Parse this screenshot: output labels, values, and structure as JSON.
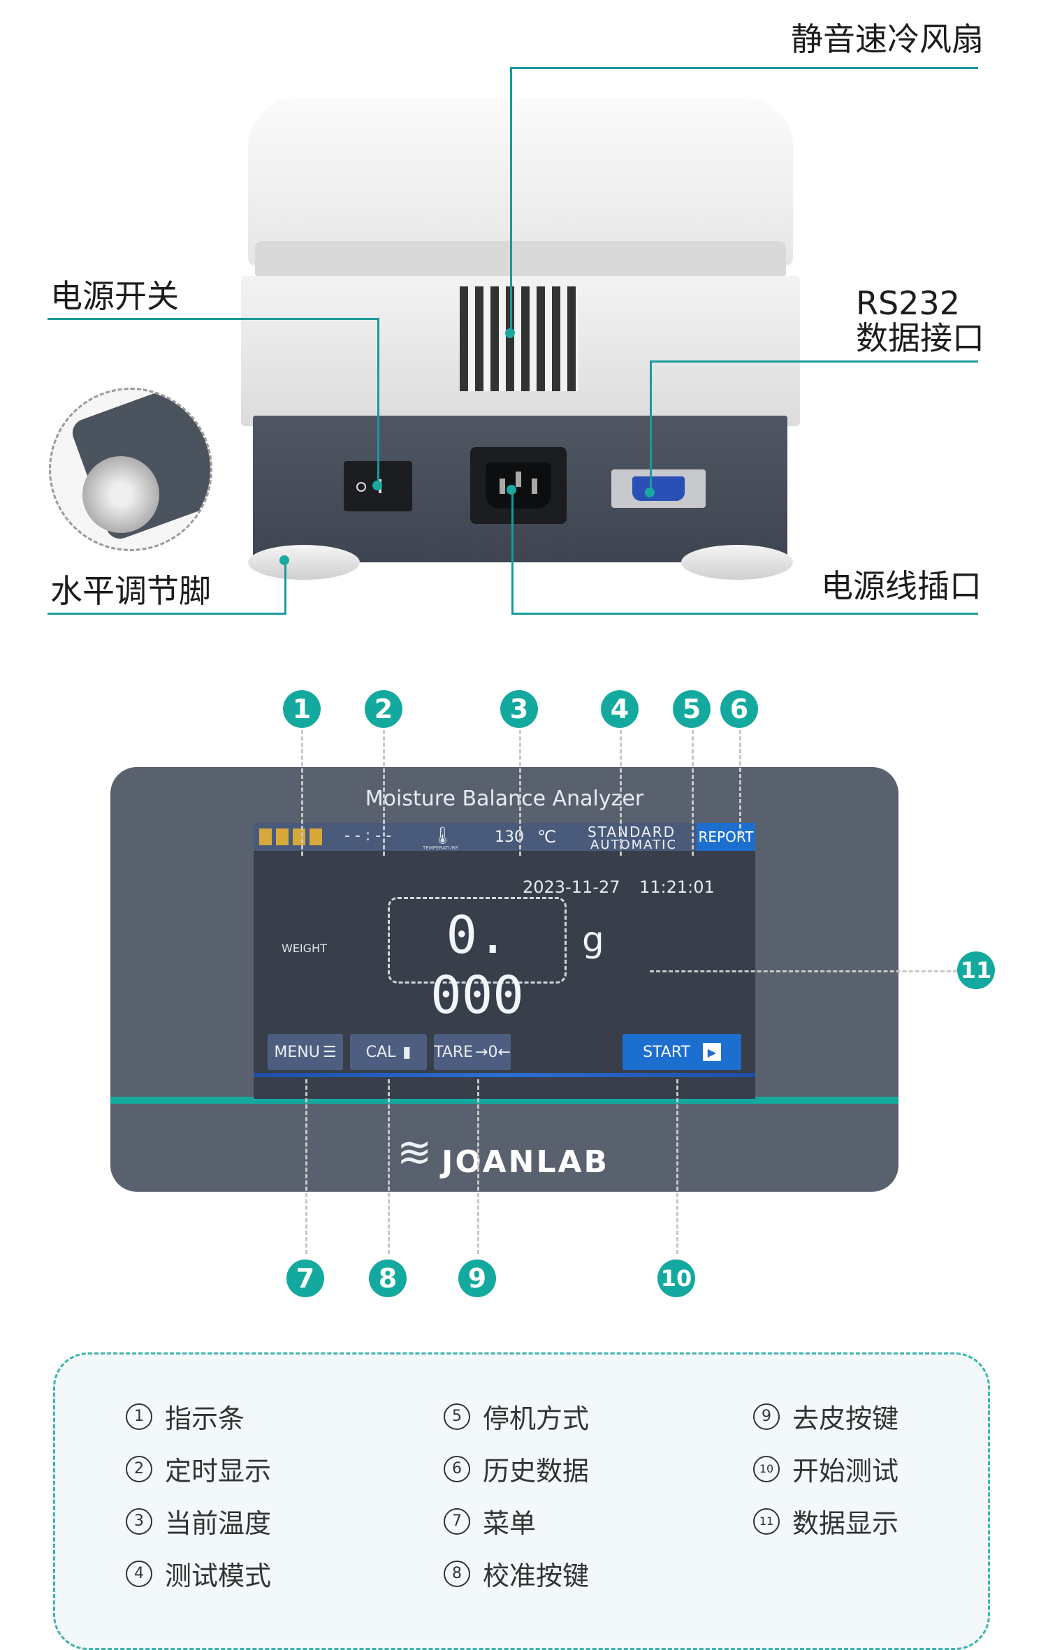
{
  "callouts": {
    "fan": "静音速冷风扇",
    "power_switch": "电源开关",
    "rs232_top": "RS232",
    "rs232_bottom": "数据接口",
    "level_foot": "水平调节脚",
    "power_socket": "电源线插口"
  },
  "screen": {
    "title": "Moisture Balance Analyzer",
    "timer": "- - : - -",
    "temperature_caption": "TEMPERATURE",
    "temperature": "130",
    "temperature_unit": "℃",
    "mode_top": "STANDARD",
    "mode_bottom": "AUTOMATIC",
    "report": "REPORT",
    "date": "2023-11-27",
    "time": "11:21:01",
    "weight_label": "WEIGHT",
    "weight_value": "0. 000",
    "weight_unit": "g",
    "buttons": {
      "menu": "MENU",
      "cal": "CAL",
      "tare": "TARE",
      "start": "START"
    }
  },
  "brand": "JOANLAB",
  "badges": [
    "1",
    "2",
    "3",
    "4",
    "5",
    "6",
    "7",
    "8",
    "9",
    "10",
    "11"
  ],
  "legend": [
    {
      "num": "1",
      "text": "指示条"
    },
    {
      "num": "2",
      "text": "定时显示"
    },
    {
      "num": "3",
      "text": "当前温度"
    },
    {
      "num": "4",
      "text": "测试模式"
    },
    {
      "num": "5",
      "text": "停机方式"
    },
    {
      "num": "6",
      "text": "历史数据"
    },
    {
      "num": "7",
      "text": "菜单"
    },
    {
      "num": "8",
      "text": "校准按键"
    },
    {
      "num": "9",
      "text": "去皮按键"
    },
    {
      "num": "10",
      "text": "开始测试"
    },
    {
      "num": "11",
      "text": "数据显示"
    }
  ],
  "colors": {
    "accent": "#14a99f",
    "screen_bg": "#3a4250",
    "panel": "#5a6472",
    "start_btn": "#1d6fcf"
  }
}
